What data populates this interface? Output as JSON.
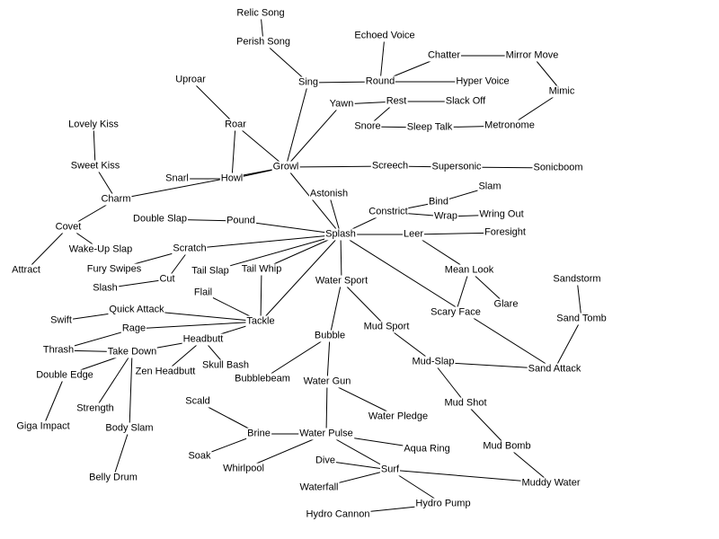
{
  "nodes": {
    "relic_song": "Relic Song",
    "perish_song": "Perish Song",
    "echoed_voice": "Echoed Voice",
    "chatter": "Chatter",
    "mirror_move": "Mirror Move",
    "uproar": "Uproar",
    "sing": "Sing",
    "round": "Round",
    "hyper_voice": "Hyper Voice",
    "mimic": "Mimic",
    "yawn": "Yawn",
    "rest": "Rest",
    "slack_off": "Slack Off",
    "roar": "Roar",
    "lovely_kiss": "Lovely Kiss",
    "snore": "Snore",
    "sleep_talk": "Sleep Talk",
    "metronome": "Metronome",
    "sweet_kiss": "Sweet Kiss",
    "growl": "Growl",
    "screech": "Screech",
    "supersonic": "Supersonic",
    "sonicboom": "Sonicboom",
    "snarl": "Snarl",
    "howl": "Howl",
    "slam": "Slam",
    "charm": "Charm",
    "astonish": "Astonish",
    "bind": "Bind",
    "constrict": "Constrict",
    "wrap": "Wrap",
    "wring_out": "Wring Out",
    "double_slap": "Double Slap",
    "pound": "Pound",
    "covet": "Covet",
    "splash": "Splash",
    "leer": "Leer",
    "foresight": "Foresight",
    "wake_up_slap": "Wake-Up Slap",
    "scratch": "Scratch",
    "fury_swipes": "Fury Swipes",
    "tail_slap": "Tail Slap",
    "tail_whip": "Tail Whip",
    "attract": "Attract",
    "mean_look": "Mean Look",
    "sandstorm": "Sandstorm",
    "cut": "Cut",
    "water_sport": "Water Sport",
    "slash": "Slash",
    "glare": "Glare",
    "flail": "Flail",
    "quick_attack": "Quick Attack",
    "scary_face": "Scary Face",
    "swift": "Swift",
    "tackle": "Tackle",
    "sand_tomb": "Sand Tomb",
    "rage": "Rage",
    "mud_sport": "Mud Sport",
    "bubble": "Bubble",
    "headbutt": "Headbutt",
    "thrash": "Thrash",
    "take_down": "Take Down",
    "zen_headbutt": "Zen Headbutt",
    "skull_bash": "Skull Bash",
    "mud_slap": "Mud-Slap",
    "sand_attack": "Sand Attack",
    "double_edge": "Double Edge",
    "bubblebeam": "Bubblebeam",
    "water_gun": "Water Gun",
    "scald": "Scald",
    "strength": "Strength",
    "mud_shot": "Mud Shot",
    "water_pledge": "Water Pledge",
    "giga_impact": "Giga Impact",
    "body_slam": "Body Slam",
    "brine": "Brine",
    "water_pulse": "Water Pulse",
    "mud_bomb": "Mud Bomb",
    "aqua_ring": "Aqua Ring",
    "soak": "Soak",
    "dive": "Dive",
    "whirlpool": "Whirlpool",
    "surf": "Surf",
    "belly_drum": "Belly Drum",
    "waterfall": "Waterfall",
    "muddy_water": "Muddy Water",
    "hydro_pump": "Hydro Pump",
    "hydro_cannon": "Hydro Cannon"
  },
  "edges": [
    [
      "relic_song",
      "perish_song"
    ],
    [
      "perish_song",
      "sing"
    ],
    [
      "sing",
      "round"
    ],
    [
      "round",
      "echoed_voice"
    ],
    [
      "round",
      "chatter"
    ],
    [
      "chatter",
      "mirror_move"
    ],
    [
      "mirror_move",
      "mimic"
    ],
    [
      "mimic",
      "metronome"
    ],
    [
      "metronome",
      "sleep_talk"
    ],
    [
      "round",
      "hyper_voice"
    ],
    [
      "sing",
      "growl"
    ],
    [
      "yawn",
      "growl"
    ],
    [
      "yawn",
      "rest"
    ],
    [
      "rest",
      "slack_off"
    ],
    [
      "rest",
      "snore"
    ],
    [
      "snore",
      "sleep_talk"
    ],
    [
      "uproar",
      "roar"
    ],
    [
      "roar",
      "growl"
    ],
    [
      "roar",
      "howl"
    ],
    [
      "snarl",
      "howl"
    ],
    [
      "howl",
      "growl"
    ],
    [
      "growl",
      "screech"
    ],
    [
      "screech",
      "supersonic"
    ],
    [
      "supersonic",
      "sonicboom"
    ],
    [
      "growl",
      "charm"
    ],
    [
      "growl",
      "splash"
    ],
    [
      "lovely_kiss",
      "sweet_kiss"
    ],
    [
      "sweet_kiss",
      "charm"
    ],
    [
      "charm",
      "covet"
    ],
    [
      "covet",
      "attract"
    ],
    [
      "covet",
      "wake_up_slap"
    ],
    [
      "astonish",
      "splash"
    ],
    [
      "splash",
      "constrict"
    ],
    [
      "constrict",
      "bind"
    ],
    [
      "bind",
      "slam"
    ],
    [
      "constrict",
      "wrap"
    ],
    [
      "wrap",
      "wring_out"
    ],
    [
      "double_slap",
      "pound"
    ],
    [
      "pound",
      "splash"
    ],
    [
      "splash",
      "leer"
    ],
    [
      "leer",
      "foresight"
    ],
    [
      "leer",
      "mean_look"
    ],
    [
      "mean_look",
      "scary_face"
    ],
    [
      "mean_look",
      "glare"
    ],
    [
      "scratch",
      "splash"
    ],
    [
      "scratch",
      "fury_swipes"
    ],
    [
      "scratch",
      "cut"
    ],
    [
      "cut",
      "slash"
    ],
    [
      "tail_slap",
      "splash"
    ],
    [
      "tail_whip",
      "splash"
    ],
    [
      "tail_whip",
      "tackle"
    ],
    [
      "splash",
      "tackle"
    ],
    [
      "splash",
      "water_sport"
    ],
    [
      "splash",
      "sand_attack"
    ],
    [
      "flail",
      "tackle"
    ],
    [
      "quick_attack",
      "tackle"
    ],
    [
      "quick_attack",
      "swift"
    ],
    [
      "rage",
      "tackle"
    ],
    [
      "rage",
      "thrash"
    ],
    [
      "thrash",
      "take_down"
    ],
    [
      "tackle",
      "headbutt"
    ],
    [
      "headbutt",
      "take_down"
    ],
    [
      "headbutt",
      "zen_headbutt"
    ],
    [
      "headbutt",
      "skull_bash"
    ],
    [
      "take_down",
      "double_edge"
    ],
    [
      "take_down",
      "strength"
    ],
    [
      "take_down",
      "body_slam"
    ],
    [
      "double_edge",
      "giga_impact"
    ],
    [
      "body_slam",
      "belly_drum"
    ],
    [
      "sandstorm",
      "sand_tomb"
    ],
    [
      "sand_tomb",
      "sand_attack"
    ],
    [
      "sand_attack",
      "mud_slap"
    ],
    [
      "water_sport",
      "bubble"
    ],
    [
      "water_sport",
      "mud_sport"
    ],
    [
      "mud_sport",
      "mud_slap"
    ],
    [
      "mud_slap",
      "mud_shot"
    ],
    [
      "mud_shot",
      "mud_bomb"
    ],
    [
      "mud_bomb",
      "muddy_water"
    ],
    [
      "bubble",
      "bubblebeam"
    ],
    [
      "bubble",
      "water_gun"
    ],
    [
      "water_gun",
      "water_pledge"
    ],
    [
      "water_gun",
      "water_pulse"
    ],
    [
      "scald",
      "brine"
    ],
    [
      "brine",
      "water_pulse"
    ],
    [
      "soak",
      "brine"
    ],
    [
      "water_pulse",
      "aqua_ring"
    ],
    [
      "water_pulse",
      "whirlpool"
    ],
    [
      "water_pulse",
      "surf"
    ],
    [
      "dive",
      "surf"
    ],
    [
      "waterfall",
      "surf"
    ],
    [
      "surf",
      "muddy_water"
    ],
    [
      "surf",
      "hydro_pump"
    ],
    [
      "hydro_pump",
      "hydro_cannon"
    ]
  ]
}
